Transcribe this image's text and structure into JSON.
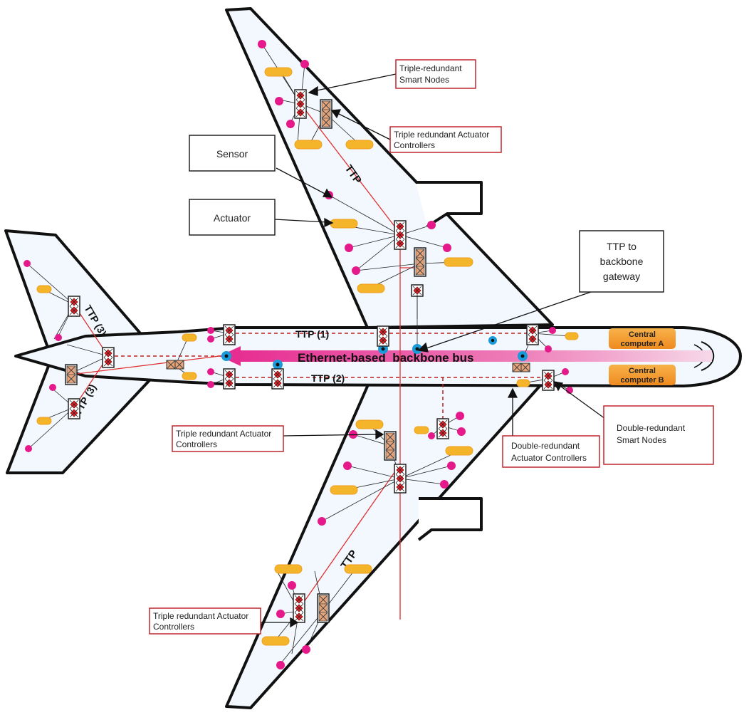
{
  "labels": {
    "wing_top_nodes": [
      "Triple-redundant",
      "Smart Nodes"
    ],
    "wing_top_actuators": [
      "Triple redundant Actuator",
      "Controllers"
    ],
    "sensor": "Sensor",
    "actuator": "Actuator",
    "gateway": [
      "TTP to",
      "backbone",
      "gateway"
    ],
    "ttp_top": "TTP",
    "ttp_bottom": "TTP",
    "ttp_tail_top": "TTP (3)",
    "ttp_tail_bottom": "TTP (3)",
    "ttp1": "TTP (1)",
    "ttp2": "TTP (2)",
    "backbone": "Ethernet-based  backbone bus",
    "computer_a": [
      "Central",
      "computer A"
    ],
    "computer_b": [
      "Central",
      "computer B"
    ],
    "wing_bottom_actuators": [
      "Triple redundant Actuator",
      "Controllers"
    ],
    "double_actuators": [
      "Double-redundant",
      "Actuator Controllers"
    ],
    "double_nodes": [
      "Double-redundant",
      "Smart Nodes"
    ],
    "wing_bottom_actuators_lower": [
      "Triple redundant Actuator",
      "Controllers"
    ]
  },
  "colors": {
    "sensor": "#e6198a",
    "actuator": "#f5b52a",
    "smart_node": "#e8202a",
    "actuator_controller": "#e9a57a",
    "ttp_line": "#e03030",
    "backbone": "#e6298f",
    "gateway": "#1a9ad9",
    "label_border": "#c0272d",
    "computer": "#f39b2b",
    "fuselage": "#f2f8fd"
  }
}
